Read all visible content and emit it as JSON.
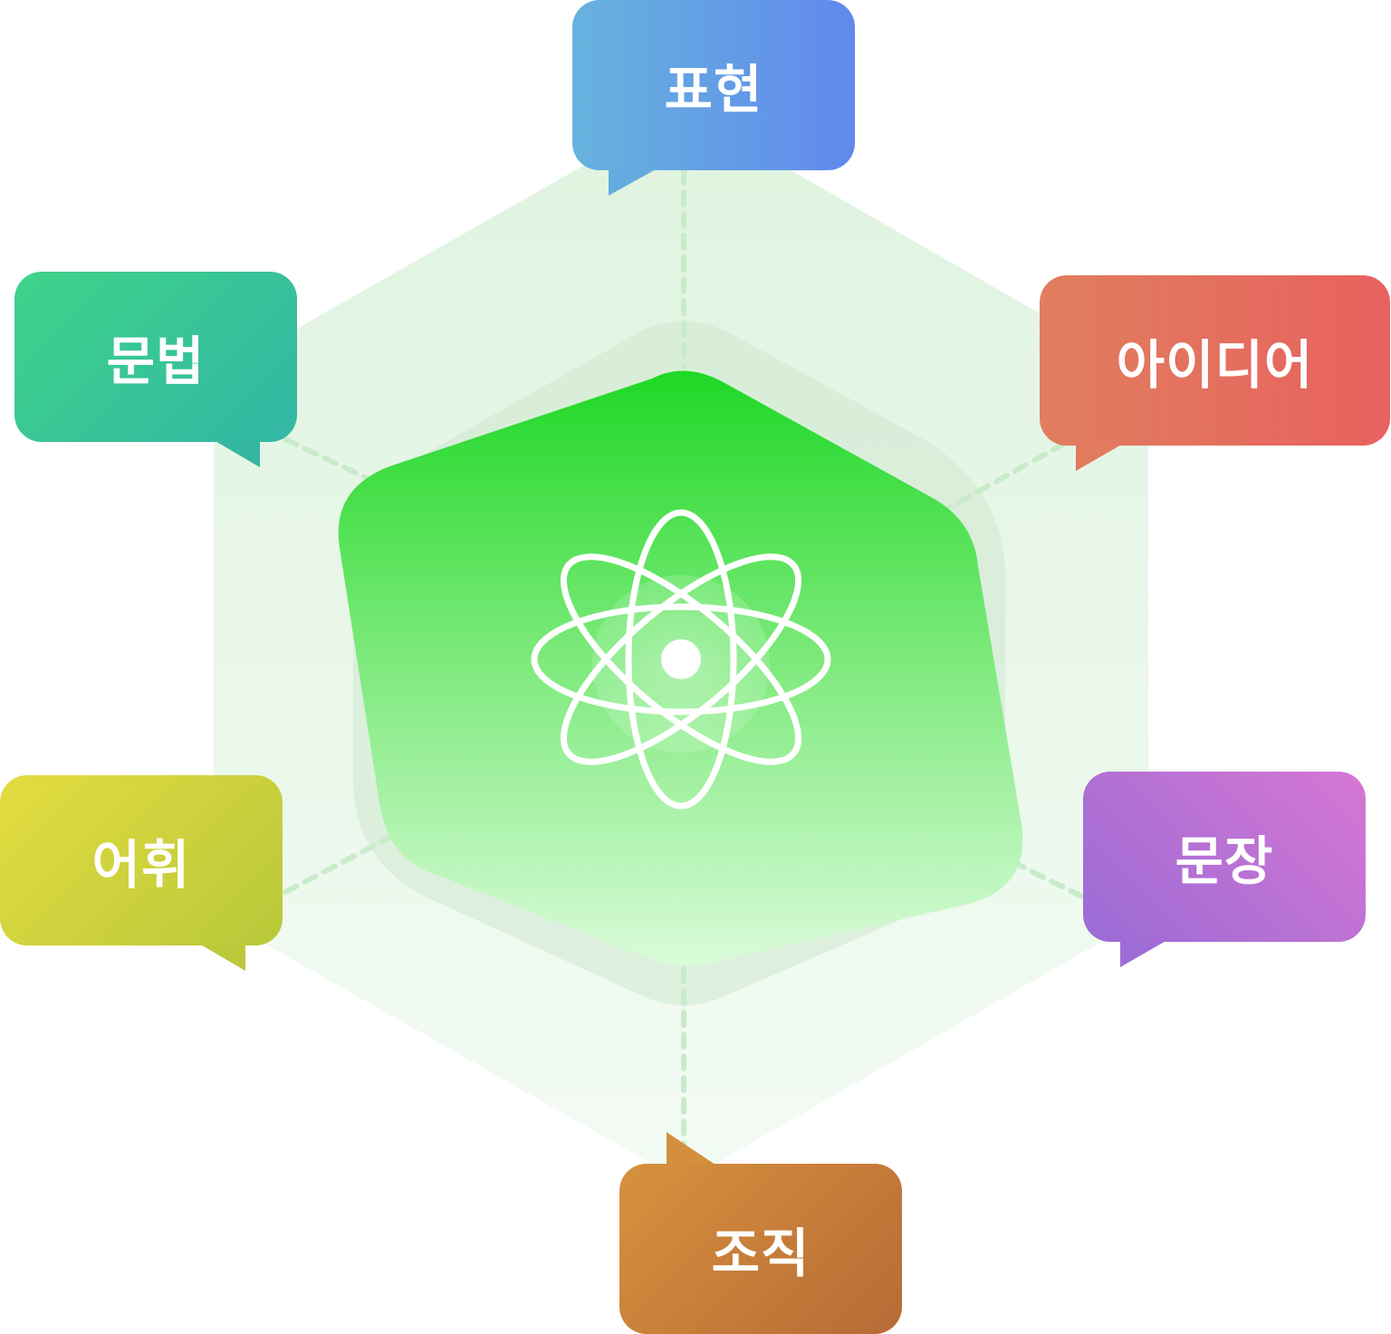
{
  "diagram": {
    "center": {
      "icon": "atom-icon",
      "colors": {
        "top": "#1fd826",
        "bottom": "#d9fbd9"
      }
    },
    "nodes": {
      "top": {
        "label": "표현",
        "color_from": "#66b3de",
        "color_to": "#6189ed"
      },
      "upper_left": {
        "label": "문법",
        "color_from": "#3ed389",
        "color_to": "#33b6a5"
      },
      "upper_right": {
        "label": "아이디어",
        "color_from": "#e07e5e",
        "color_to": "#e8615f"
      },
      "lower_left": {
        "label": "어휘",
        "color_from": "#e4dc40",
        "color_to": "#b8c83a"
      },
      "lower_right": {
        "label": "문장",
        "color_from": "#9a6bd5",
        "color_to": "#d677d4"
      },
      "bottom": {
        "label": "조직",
        "color_from": "#d6923e",
        "color_to": "#b86a35"
      }
    }
  }
}
